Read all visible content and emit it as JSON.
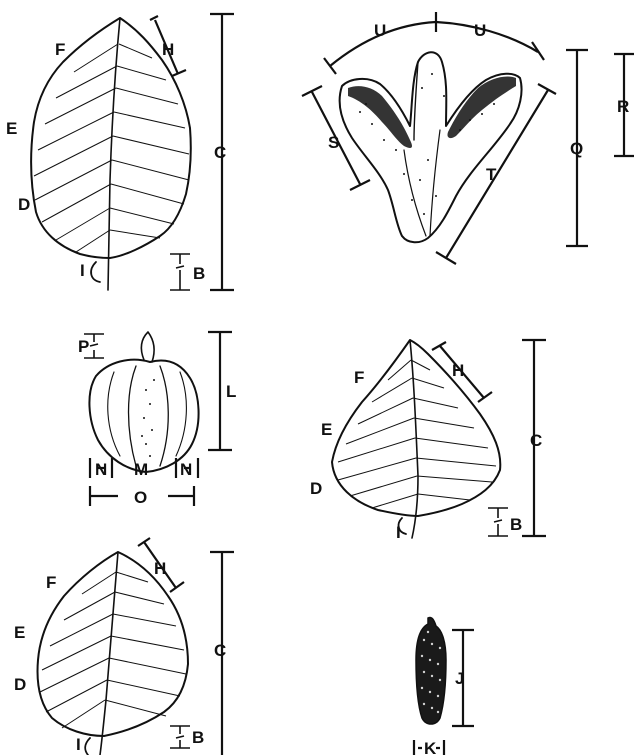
{
  "figure": {
    "labels": {
      "B": "B",
      "C": "C",
      "D": "D",
      "E": "E",
      "F": "F",
      "H": "H",
      "I": "I",
      "J": "J",
      "K": "K",
      "L": "L",
      "M": "M",
      "N": "N",
      "O": "O",
      "P": "P",
      "Q": "Q",
      "R": "R",
      "S": "S",
      "T": "T",
      "U": "U"
    }
  }
}
